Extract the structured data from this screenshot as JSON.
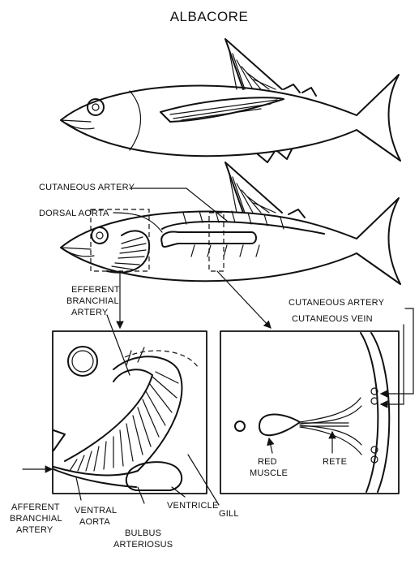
{
  "title": "ALBACORE",
  "labels": {
    "cutaneous_artery": "CUTANEOUS ARTERY",
    "dorsal_aorta": "DORSAL AORTA",
    "efferent_1": "EFFERENT",
    "efferent_2": "BRANCHIAL",
    "efferent_3": "ARTERY",
    "cutaneous_artery_right": "CUTANEOUS ARTERY",
    "cutaneous_vein": "CUTANEOUS VEIN",
    "red_1": "RED",
    "red_2": "MUSCLE",
    "rete": "RETE",
    "afferent_1": "AFFERENT",
    "afferent_2": "BRANCHIAL",
    "afferent_3": "ARTERY",
    "ventral_1": "VENTRAL",
    "ventral_2": "AORTA",
    "bulbus_1": "BULBUS",
    "bulbus_2": "ARTERIOSUS",
    "ventricle": "VENTRICLE",
    "gill": "GILL"
  }
}
